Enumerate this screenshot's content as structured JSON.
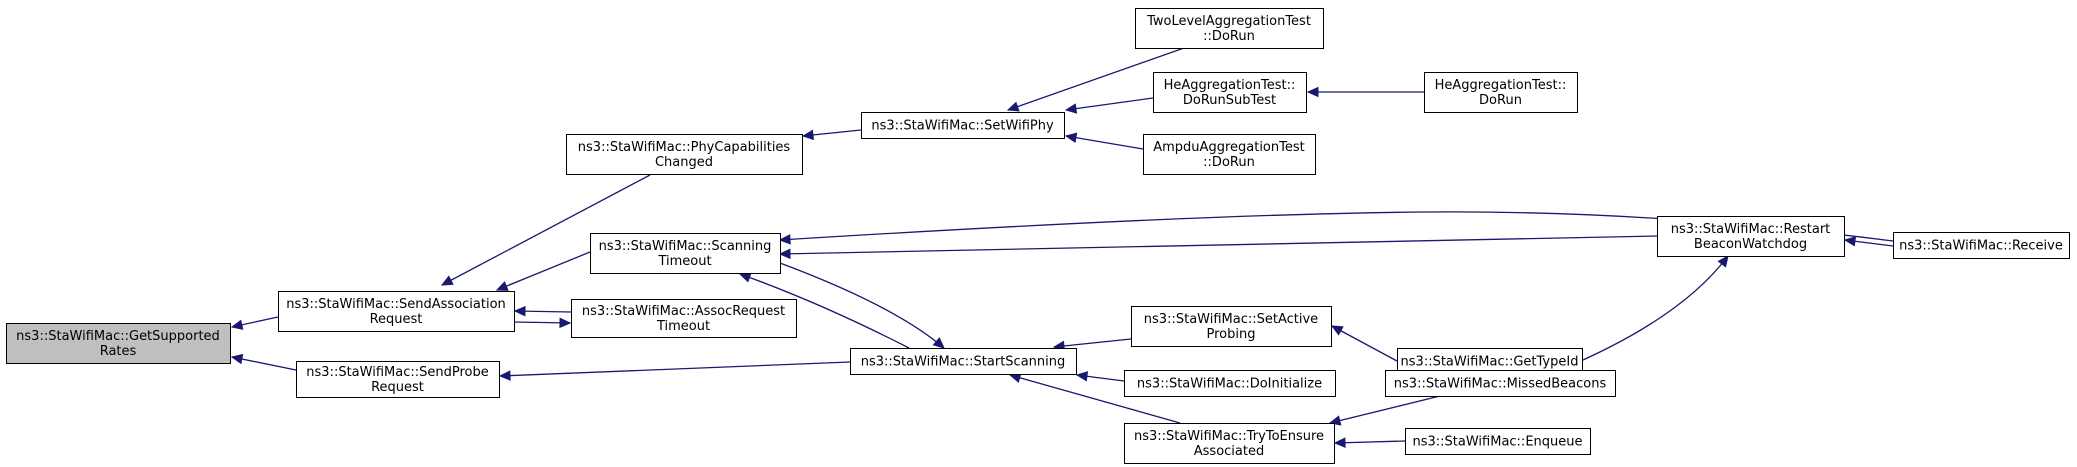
{
  "graph": {
    "colors": {
      "edge": "#191970",
      "node_fill": "#ffffff",
      "focus_fill": "#bfbfbf",
      "border": "#000000"
    },
    "nodes": [
      {
        "id": "getsupported",
        "lines": [
          "ns3::StaWifiMac::GetSupported",
          "Rates"
        ],
        "focus": true
      },
      {
        "id": "sendassoc",
        "lines": [
          "ns3::StaWifiMac::SendAssociation",
          "Request"
        ]
      },
      {
        "id": "sendprobe",
        "lines": [
          "ns3::StaWifiMac::SendProbe",
          "Request"
        ]
      },
      {
        "id": "phycap",
        "lines": [
          "ns3::StaWifiMac::PhyCapabilities",
          "Changed"
        ]
      },
      {
        "id": "scantimeout",
        "lines": [
          "ns3::StaWifiMac::Scanning",
          "Timeout"
        ]
      },
      {
        "id": "assoctimeout",
        "lines": [
          "ns3::StaWifiMac::AssocRequest",
          "Timeout"
        ]
      },
      {
        "id": "setwifiphy",
        "lines": [
          "ns3::StaWifiMac::SetWifiPhy"
        ]
      },
      {
        "id": "startscan",
        "lines": [
          "ns3::StaWifiMac::StartScanning"
        ]
      },
      {
        "id": "twolevel",
        "lines": [
          "TwoLevelAggregationTest",
          "::DoRun"
        ]
      },
      {
        "id": "hesub",
        "lines": [
          "HeAggregationTest::",
          "DoRunSubTest"
        ]
      },
      {
        "id": "ampdu",
        "lines": [
          "AmpduAggregationTest",
          "::DoRun"
        ]
      },
      {
        "id": "setactive",
        "lines": [
          "ns3::StaWifiMac::SetActive",
          "Probing"
        ]
      },
      {
        "id": "doinit",
        "lines": [
          "ns3::StaWifiMac::DoInitialize"
        ]
      },
      {
        "id": "trytoensure",
        "lines": [
          "ns3::StaWifiMac::TryToEnsure",
          "Associated"
        ]
      },
      {
        "id": "hedorun",
        "lines": [
          "HeAggregationTest::",
          "DoRun"
        ]
      },
      {
        "id": "restartbeacon",
        "lines": [
          "ns3::StaWifiMac::Restart",
          "BeaconWatchdog"
        ]
      },
      {
        "id": "gettypeid",
        "lines": [
          "ns3::StaWifiMac::GetTypeId"
        ]
      },
      {
        "id": "missedbeacons",
        "lines": [
          "ns3::StaWifiMac::MissedBeacons"
        ]
      },
      {
        "id": "enqueue",
        "lines": [
          "ns3::StaWifiMac::Enqueue"
        ]
      },
      {
        "id": "receive",
        "lines": [
          "ns3::StaWifiMac::Receive"
        ]
      }
    ],
    "edges": [
      {
        "from": "sendassoc",
        "to": "getsupported"
      },
      {
        "from": "sendprobe",
        "to": "getsupported"
      },
      {
        "from": "phycap",
        "to": "sendassoc"
      },
      {
        "from": "scantimeout",
        "to": "sendassoc"
      },
      {
        "from": "assoctimeout",
        "to": "sendassoc"
      },
      {
        "from": "sendassoc",
        "to": "assoctimeout"
      },
      {
        "from": "startscan",
        "to": "sendprobe"
      },
      {
        "from": "setwifiphy",
        "to": "phycap"
      },
      {
        "from": "startscan",
        "to": "scantimeout"
      },
      {
        "from": "scantimeout",
        "to": "startscan"
      },
      {
        "from": "receive",
        "to": "scantimeout"
      },
      {
        "from": "restartbeacon",
        "to": "scantimeout"
      },
      {
        "from": "twolevel",
        "to": "setwifiphy"
      },
      {
        "from": "hesub",
        "to": "setwifiphy"
      },
      {
        "from": "ampdu",
        "to": "setwifiphy"
      },
      {
        "from": "setactive",
        "to": "startscan"
      },
      {
        "from": "doinit",
        "to": "startscan"
      },
      {
        "from": "trytoensure",
        "to": "startscan"
      },
      {
        "from": "hedorun",
        "to": "hesub"
      },
      {
        "from": "gettypeid",
        "to": "setactive"
      },
      {
        "from": "missedbeacons",
        "to": "trytoensure"
      },
      {
        "from": "enqueue",
        "to": "trytoensure"
      },
      {
        "from": "missedbeacons",
        "to": "restartbeacon"
      },
      {
        "from": "receive",
        "to": "restartbeacon"
      }
    ]
  }
}
